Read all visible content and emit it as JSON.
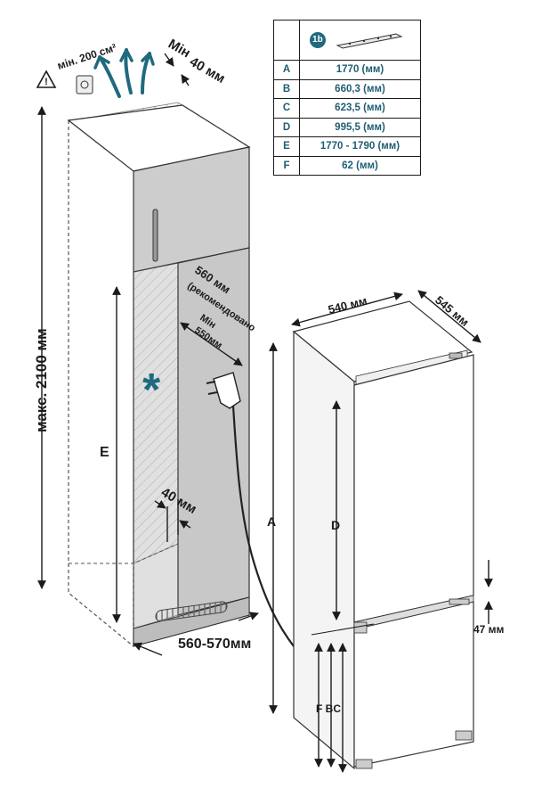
{
  "spec_table": {
    "badge": "1b",
    "rows": [
      {
        "key": "A",
        "value": "1770 (мм)"
      },
      {
        "key": "B",
        "value": "660,3 (мм)"
      },
      {
        "key": "C",
        "value": "623,5 (мм)"
      },
      {
        "key": "D",
        "value": "995,5 (мм)"
      },
      {
        "key": "E",
        "value": "1770 - 1790 (мм)"
      },
      {
        "key": "F",
        "value": "62 (мм)"
      }
    ]
  },
  "niche": {
    "vent_label": "мін. 200 см²",
    "top_gap_label": "Мін",
    "top_gap_value": "40 мм",
    "max_height_label": "макс. 2100 мм",
    "depth_recommended_label": "560 мм",
    "depth_recommended_note": "(рекомендовано",
    "depth_min_label": "Мін",
    "depth_min_value": "550мм",
    "side_gap_label": "40 мм",
    "width_label": "560-570мм",
    "e_label": "E",
    "asterisk": "*"
  },
  "appliance": {
    "width_label": "540 мм",
    "depth_label": "545 мм",
    "a_label": "A",
    "d_label": "D",
    "gap_label": "47 мм",
    "fbc_label": "F BC"
  },
  "colors": {
    "teal": "#1f6a7e",
    "panel": "#c4c4c4",
    "panel_dark": "#b0b0b0"
  }
}
